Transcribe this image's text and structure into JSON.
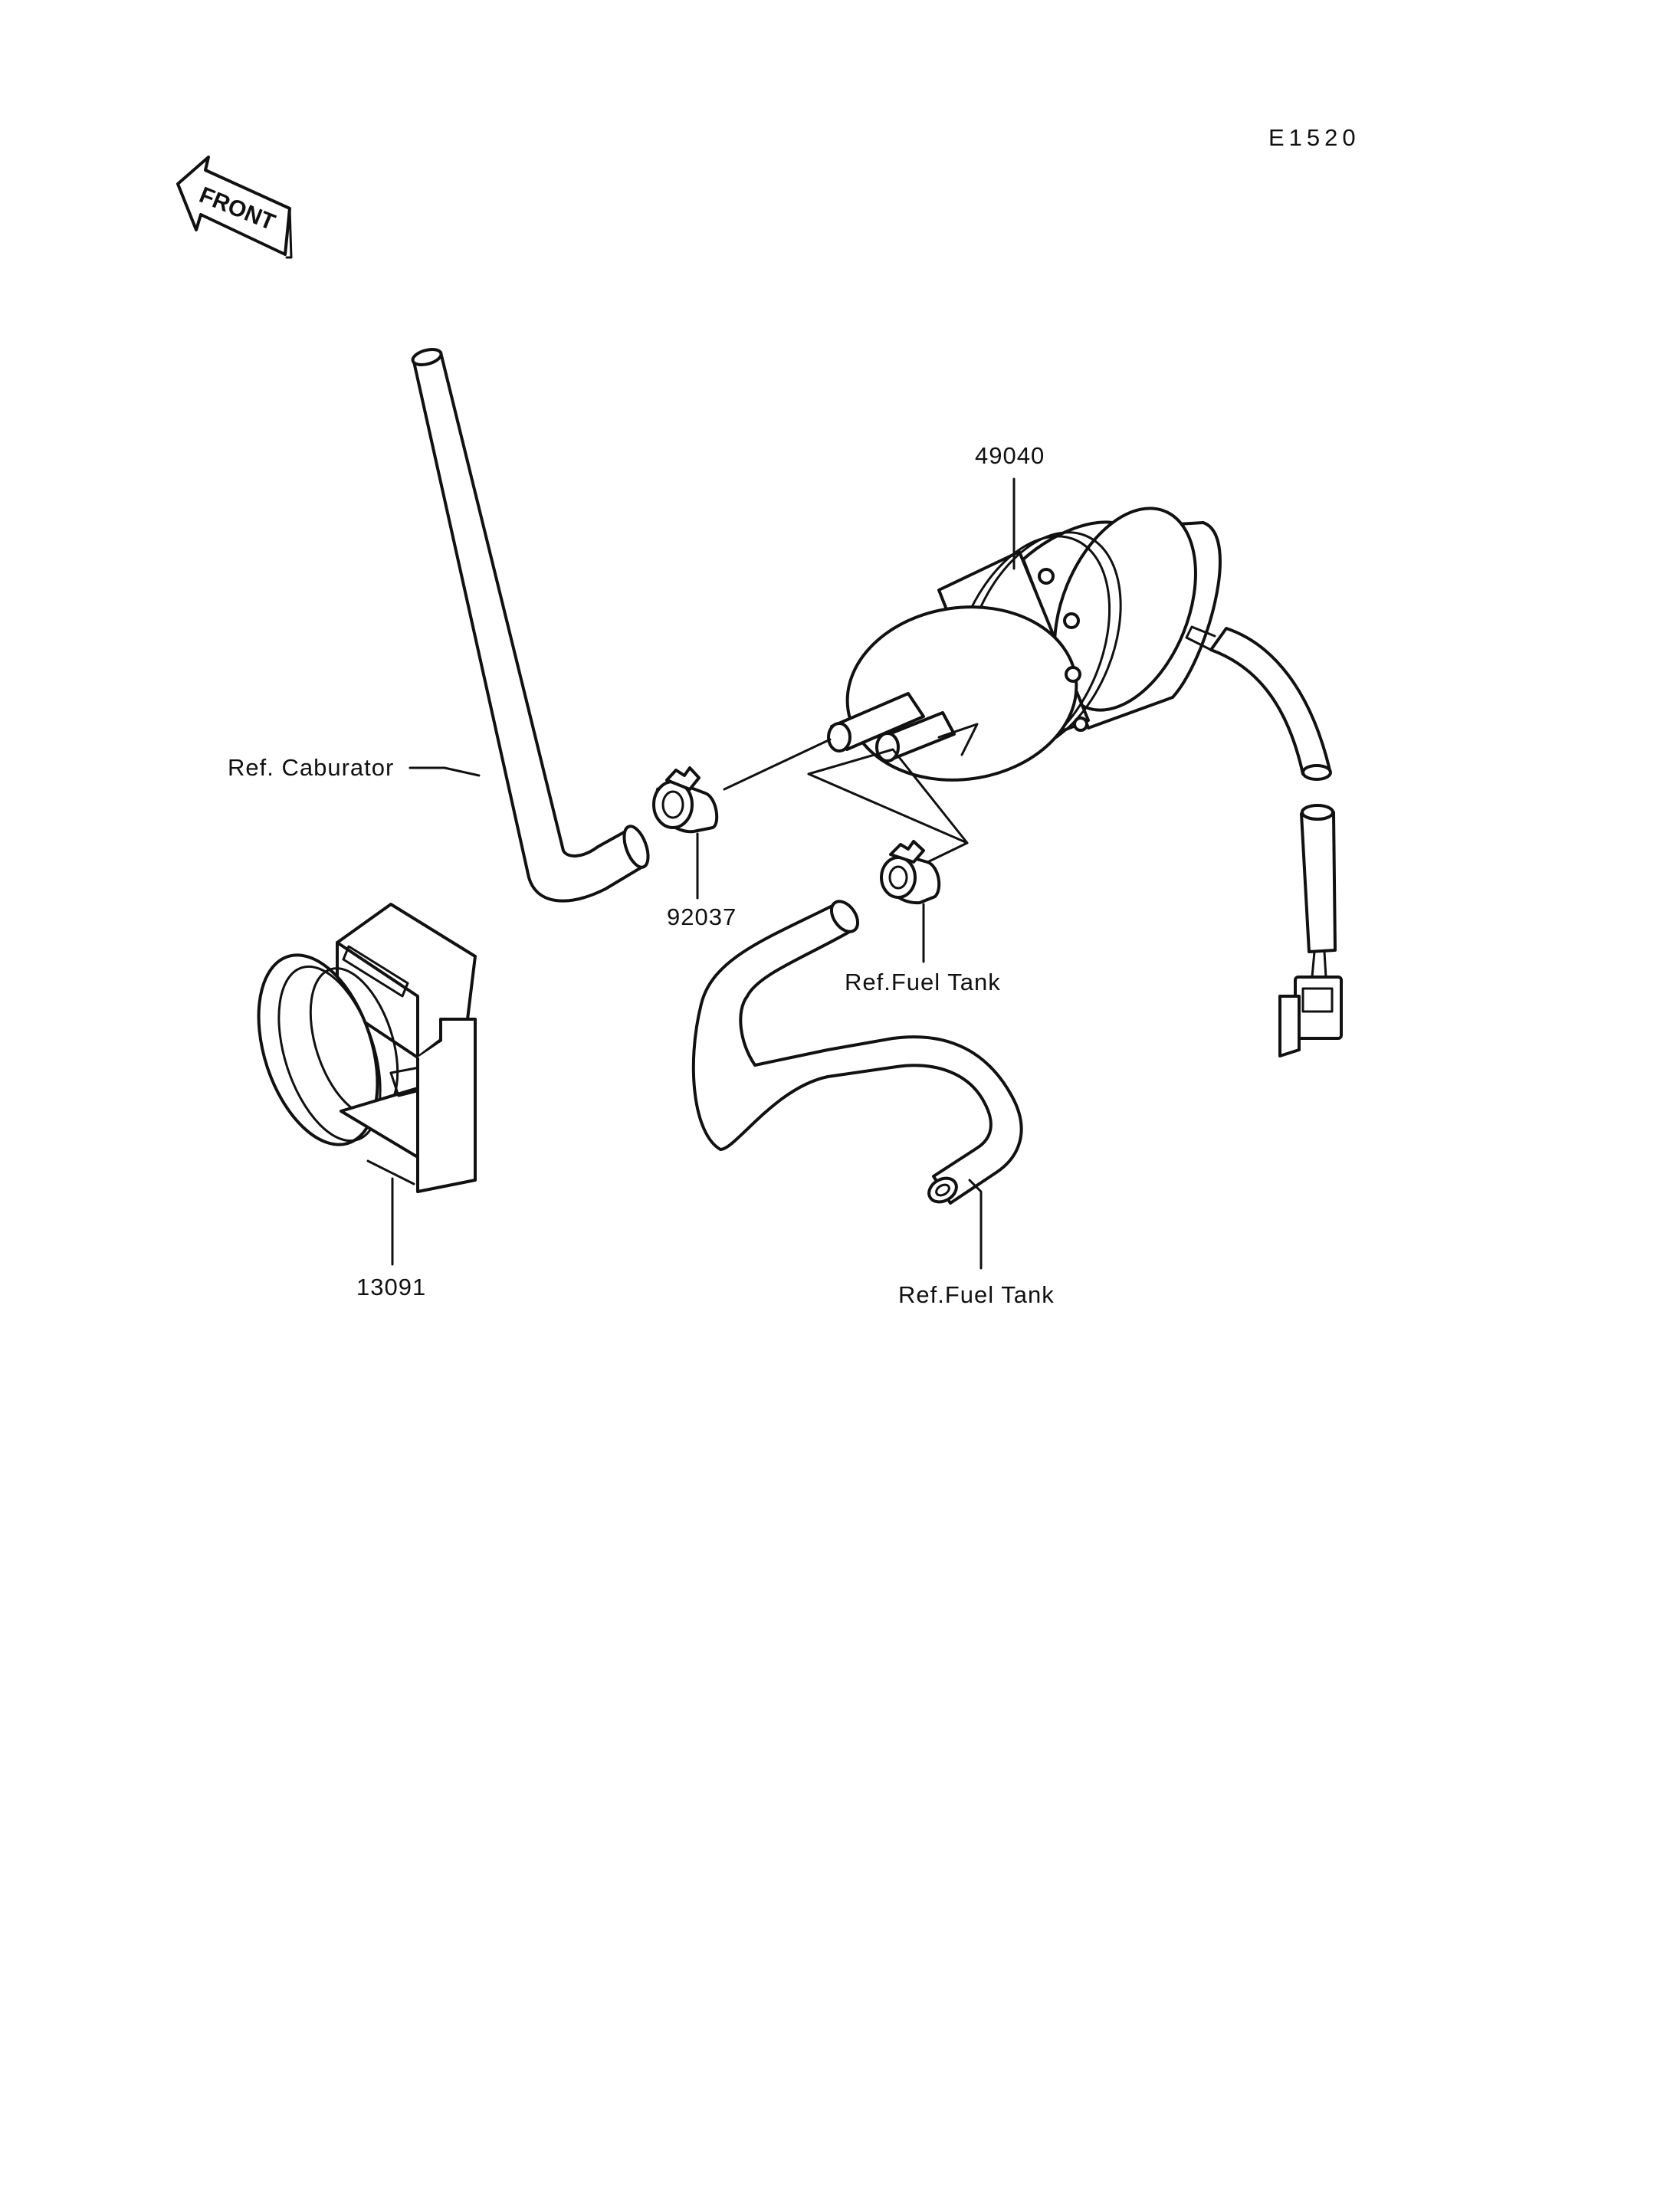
{
  "page": {
    "diagram_code": "E1520",
    "front_label": "FRONT"
  },
  "parts": {
    "fuel_pump": "49040",
    "clamp_small": "92037",
    "bracket_clamp": "13091"
  },
  "references": {
    "carburator": "Ref. Caburator",
    "fuel_tank_clamp": "Ref.Fuel Tank",
    "fuel_tank_hose": "Ref.Fuel Tank"
  },
  "icons": {
    "front_arrow": "front-arrow-icon",
    "fuel_pump": "fuel-pump-icon"
  }
}
